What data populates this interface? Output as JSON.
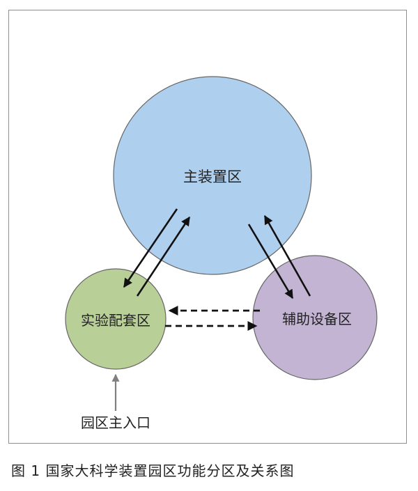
{
  "diagram": {
    "zones": {
      "main": "主装置区",
      "lab": "实验配套区",
      "aux": "辅助设备区"
    },
    "entrance_label": "园区主入口",
    "colors": {
      "main_fill": "#afcfee",
      "lab_fill": "#b9cf98",
      "aux_fill": "#c3b4d4",
      "outline": "#666666",
      "arrow": "#111111",
      "entrance_arrow": "#808080"
    }
  },
  "caption": "图 1  国家大科学装置园区功能分区及关系图"
}
